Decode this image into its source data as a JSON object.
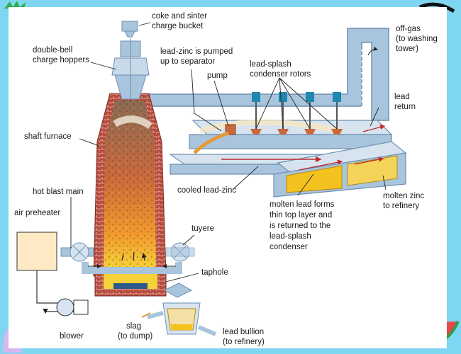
{
  "labels": {
    "coke_bucket": [
      "coke and sinter",
      "charge bucket"
    ],
    "double_bell": [
      "double-bell",
      "charge hoppers"
    ],
    "pumped": [
      "lead-zinc is pumped",
      "up to separator"
    ],
    "rotors": [
      "lead-splash",
      "condenser rotors"
    ],
    "offgas": [
      "off-gas",
      "(to washing",
      "tower)"
    ],
    "pump": "pump",
    "lead_return": [
      "lead",
      "return"
    ],
    "shaft_furnace": "shaft furnace",
    "cooled": "cooled lead-zinc",
    "hot_blast": "hot blast main",
    "molten_zinc": [
      "molten zinc",
      "to refinery"
    ],
    "molten_lead": [
      "molten lead forms",
      "thin top layer and",
      "is returned to the",
      "lead-splash",
      "condenser"
    ],
    "air_preheater": "air preheater",
    "tuyere": "tuyere",
    "taphole": "taphole",
    "slag": [
      "slag",
      "(to dump)"
    ],
    "lead_bullion": [
      "lead bullion",
      "(to refinery)"
    ],
    "blower": "blower"
  },
  "colors": {
    "brick": "#b6473a",
    "steel": "#a9c4dd",
    "steel_dark": "#6e8fb0",
    "rotor": "#1f87b0",
    "molten": "#f3c21e",
    "zinc": "#f3d35a",
    "background": "#7fd6f0"
  }
}
